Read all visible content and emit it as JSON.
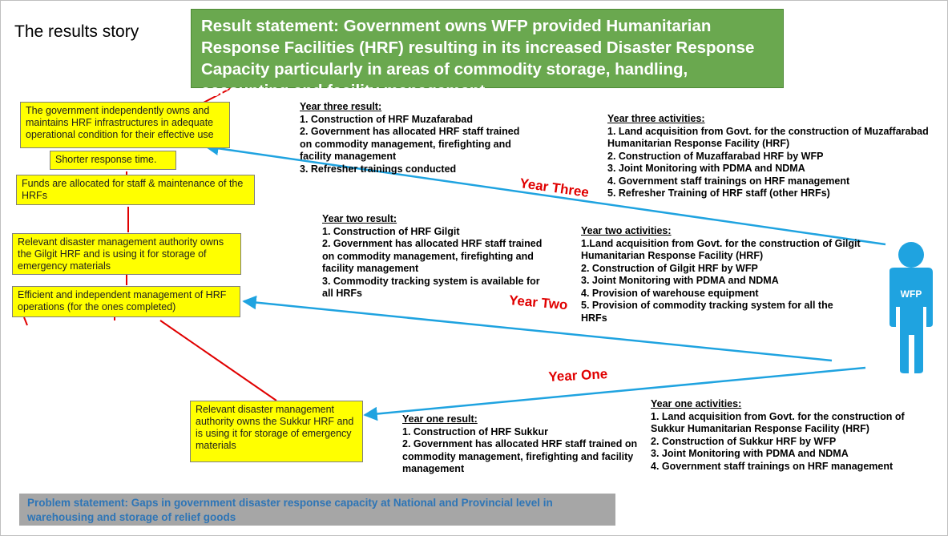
{
  "title": "The results story",
  "result_statement": "Result statement: Government owns WFP provided Humanitarian Response Facilities (HRF) resulting in its increased Disaster Response Capacity particularly in areas of commodity storage, handling, accounting and facility management.",
  "outcome_boxes": [
    "The government independently  owns and maintains HRF infrastructures in adequate operational condition for their effective use",
    "Shorter response time.",
    "Funds are allocated for staff & maintenance of the HRFs",
    "Relevant disaster management authority owns the Gilgit HRF and is using it for storage of emergency materials",
    "Efficient and independent management of HRF operations (for the ones completed)",
    "Relevant disaster management authority owns the Sukkur HRF and is using it for storage of emergency materials"
  ],
  "year_three_result": {
    "heading": "Year three result:",
    "items": [
      "1. Construction of HRF Muzafarabad",
      "2. Government has allocated HRF staff trained on commodity management, firefighting and facility management",
      "3. Refresher trainings conducted"
    ]
  },
  "year_three_activities": {
    "heading": "Year three activities:",
    "items": [
      "1. Land acquisition from Govt. for the construction of Muzaffarabad Humanitarian Response Facility (HRF)",
      "2. Construction of Muzaffarabad HRF by WFP",
      "3. Joint Monitoring with PDMA and NDMA",
      "4. Government staff trainings on HRF management",
      "5. Refresher Training of HRF staff (other HRFs)"
    ]
  },
  "year_two_result": {
    "heading": "Year two result:",
    "items": [
      "1. Construction of HRF Gilgit",
      "2. Government has allocated HRF staff trained on commodity management, firefighting and facility management",
      "3. Commodity tracking system is available for all HRFs"
    ]
  },
  "year_two_activities": {
    "heading": "Year two activities:",
    "items": [
      "1.Land acquisition from Govt. for the construction of Gilgit Humanitarian Response Facility (HRF)",
      "2. Construction of Gilgit HRF by WFP",
      "3. Joint Monitoring with PDMA and NDMA",
      "4. Provision of warehouse equipment",
      "5. Provision of commodity tracking system for all the HRFs"
    ]
  },
  "year_one_result": {
    "heading": "Year one result:",
    "items": [
      "1. Construction of HRF Sukkur",
      "2. Government has allocated HRF staff trained on commodity management, firefighting and facility management"
    ]
  },
  "year_one_activities": {
    "heading": "Year one activities:",
    "items": [
      "1. Land acquisition from Govt. for the construction of Sukkur Humanitarian Response Facility (HRF)",
      "2. Construction of Sukkur HRF by WFP",
      "3. Joint Monitoring with PDMA and NDMA",
      "4. Government staff trainings on HRF management"
    ]
  },
  "year_labels": {
    "three": "Year Three",
    "two": "Year Two",
    "one": "Year One"
  },
  "actor_label": "WFP",
  "problem_statement": "Problem statement: Gaps in government disaster response capacity at National and Provincial level in warehousing and storage of relief goods",
  "colors": {
    "result_box": "#6aa84f",
    "outcome_box": "#ffff00",
    "arrows": "#1fa3e0",
    "connector": "#e00000",
    "year_label": "#e00000",
    "person": "#1fa3e0",
    "problem_box": "#a6a6a6",
    "problem_text": "#2e75b6"
  }
}
